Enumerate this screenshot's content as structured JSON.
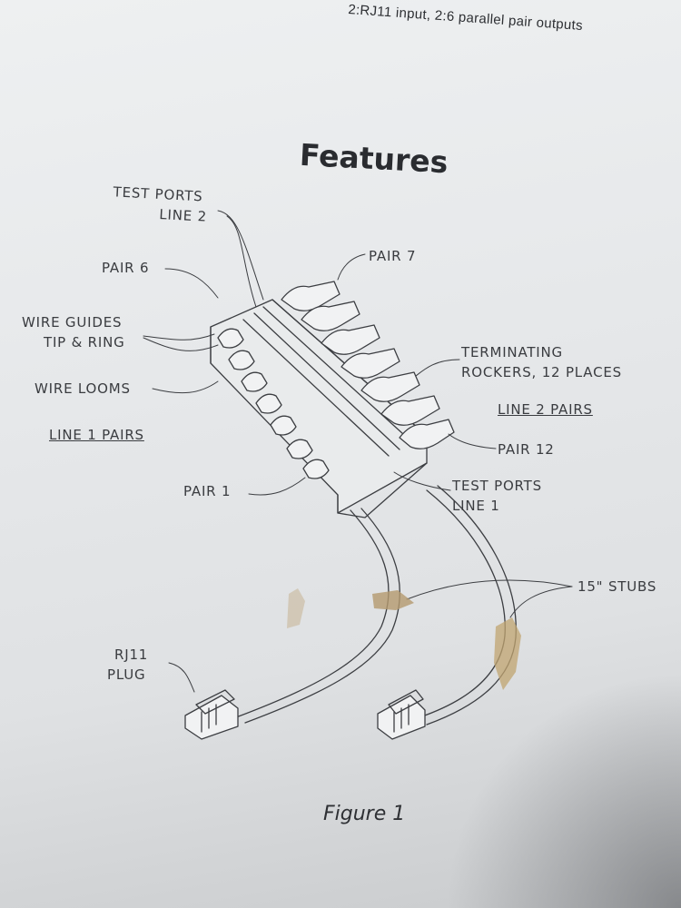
{
  "header": {
    "text": "2:RJ11 input, 2:6 parallel pair outputs"
  },
  "title": "Features",
  "caption": "Figure 1",
  "labels": {
    "test_ports_line2_a": "TEST PORTS",
    "test_ports_line2_b": "LINE 2",
    "pair6": "PAIR 6",
    "wire_guides_a": "WIRE GUIDES",
    "wire_guides_b": "TIP & RING",
    "wire_looms": "WIRE LOOMS",
    "line1_pairs": "LINE 1 PAIRS",
    "pair7": "PAIR 7",
    "terminating_a": "TERMINATING",
    "terminating_b": "ROCKERS, 12 PLACES",
    "line2_pairs": "LINE 2 PAIRS",
    "pair12": "PAIR 12",
    "pair1": "PAIR 1",
    "test_ports_line1_a": "TEST PORTS",
    "test_ports_line1_b": "LINE 1",
    "stubs": "15\" STUBS",
    "rj11_a": "RJ11",
    "rj11_b": "PLUG"
  }
}
